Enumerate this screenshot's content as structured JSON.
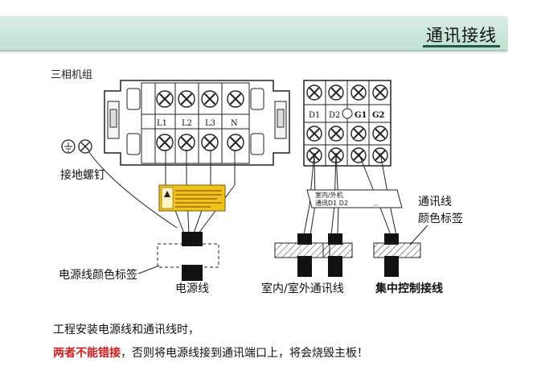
{
  "header": {
    "title": "通讯接线"
  },
  "subtitle": "三相机组",
  "left_terminal": {
    "labels": [
      "L1",
      "L2",
      "L3",
      "N"
    ]
  },
  "right_terminal": {
    "labels": [
      "D1",
      "D2",
      "G1",
      "G2"
    ]
  },
  "labels": {
    "ground_screw": "接地螺钉",
    "power_wire_color_tag": "电源线颜色标签",
    "power_wire": "电源线",
    "comm_wire_indoor_outdoor": "室内/室外通讯线",
    "central_control_wire": "集中控制接线",
    "comm_wire_color_tag_line1": "通讯线",
    "comm_wire_color_tag_line2": "颜色标签",
    "tag_box_line1": "室内/外机",
    "tag_box_line2": "通讯D1 D2"
  },
  "notes": {
    "line1": "工程安装电源线和通讯线时，",
    "line2_warn": "两者不能错接",
    "line2_rest": "，否则将电源线接到通讯端口上，将会烧毁主板！"
  },
  "colors": {
    "banner": "#c8e6d8",
    "warning_red": "#d11a1a",
    "warning_label": "#f2c21b"
  }
}
